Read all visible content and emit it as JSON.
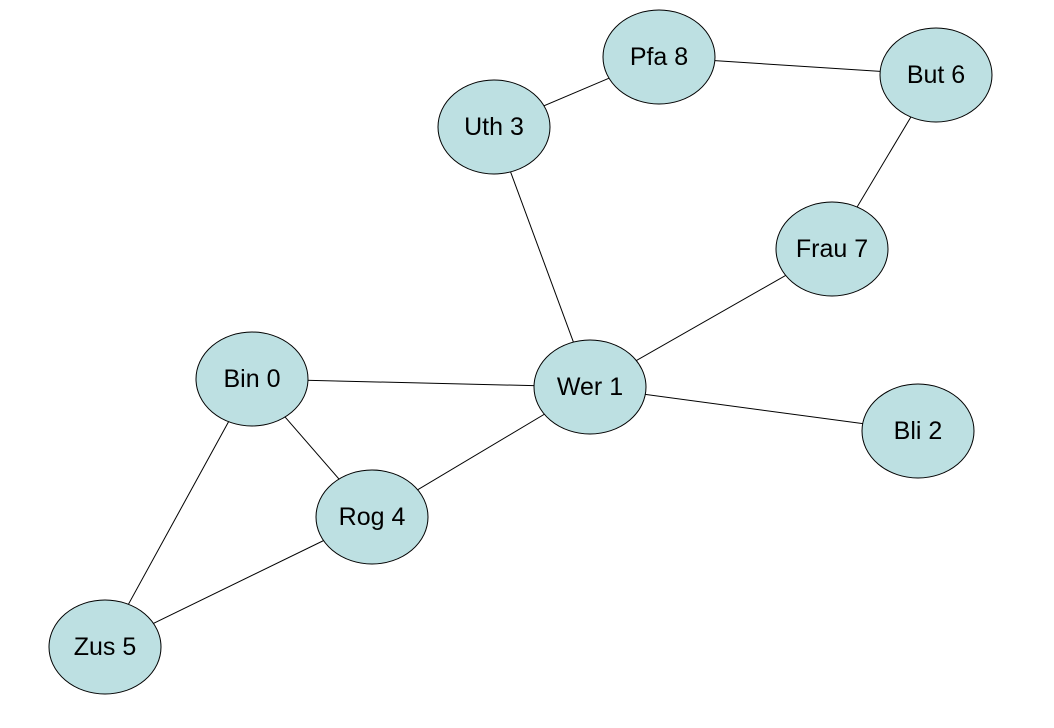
{
  "graph": {
    "node_fill": "#bde0e2",
    "edge_color": "#000000",
    "nodes": [
      {
        "id": "bin",
        "label": "Bin 0"
      },
      {
        "id": "wer",
        "label": "Wer 1"
      },
      {
        "id": "bli",
        "label": "Bli 2"
      },
      {
        "id": "uth",
        "label": "Uth 3"
      },
      {
        "id": "rog",
        "label": "Rog 4"
      },
      {
        "id": "zus",
        "label": "Zus 5"
      },
      {
        "id": "but",
        "label": "But 6"
      },
      {
        "id": "frau",
        "label": "Frau 7"
      },
      {
        "id": "pfa",
        "label": "Pfa 8"
      }
    ],
    "edges": [
      {
        "from": "uth",
        "to": "pfa"
      },
      {
        "from": "pfa",
        "to": "but"
      },
      {
        "from": "but",
        "to": "frau"
      },
      {
        "from": "uth",
        "to": "wer"
      },
      {
        "from": "frau",
        "to": "wer"
      },
      {
        "from": "bin",
        "to": "wer"
      },
      {
        "from": "wer",
        "to": "bli"
      },
      {
        "from": "wer",
        "to": "rog"
      },
      {
        "from": "bin",
        "to": "rog"
      },
      {
        "from": "bin",
        "to": "zus"
      },
      {
        "from": "rog",
        "to": "zus"
      }
    ]
  }
}
